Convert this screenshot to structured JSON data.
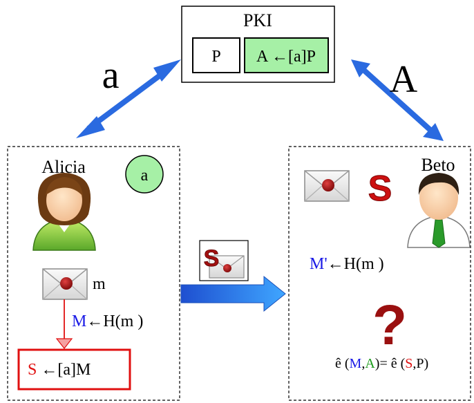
{
  "pki": {
    "title": "PKI",
    "generator": "P",
    "public_key": "A ←[a]P"
  },
  "arrows": {
    "left_label": "a",
    "right_label": "A"
  },
  "alice": {
    "name": "Alicia",
    "secret_badge": "a",
    "message": "m",
    "hash_var": "M",
    "hash_expr": "←H(m )",
    "sign_var": "S",
    "sign_expr": " ←[a]M"
  },
  "transfer": {
    "signature_symbol": "S"
  },
  "bob": {
    "name": "Beto",
    "signature_symbol": "S",
    "hash_var": "M'",
    "hash_expr": "←H(m )",
    "question": "?",
    "verify": {
      "lhs_prefix": "ê (",
      "m": "M",
      "comma1": ",",
      "a": "A",
      "mid": ")= ê (",
      "s": "S",
      "rhs_suffix": ",P)"
    }
  },
  "colors": {
    "blue_text": "#1a1ae6",
    "red_text": "#e01010",
    "green_text": "#1a9a1a",
    "green_fill": "#a6f0a6",
    "arrow_blue": "#2a6ae0",
    "dark_red": "#a01010"
  }
}
